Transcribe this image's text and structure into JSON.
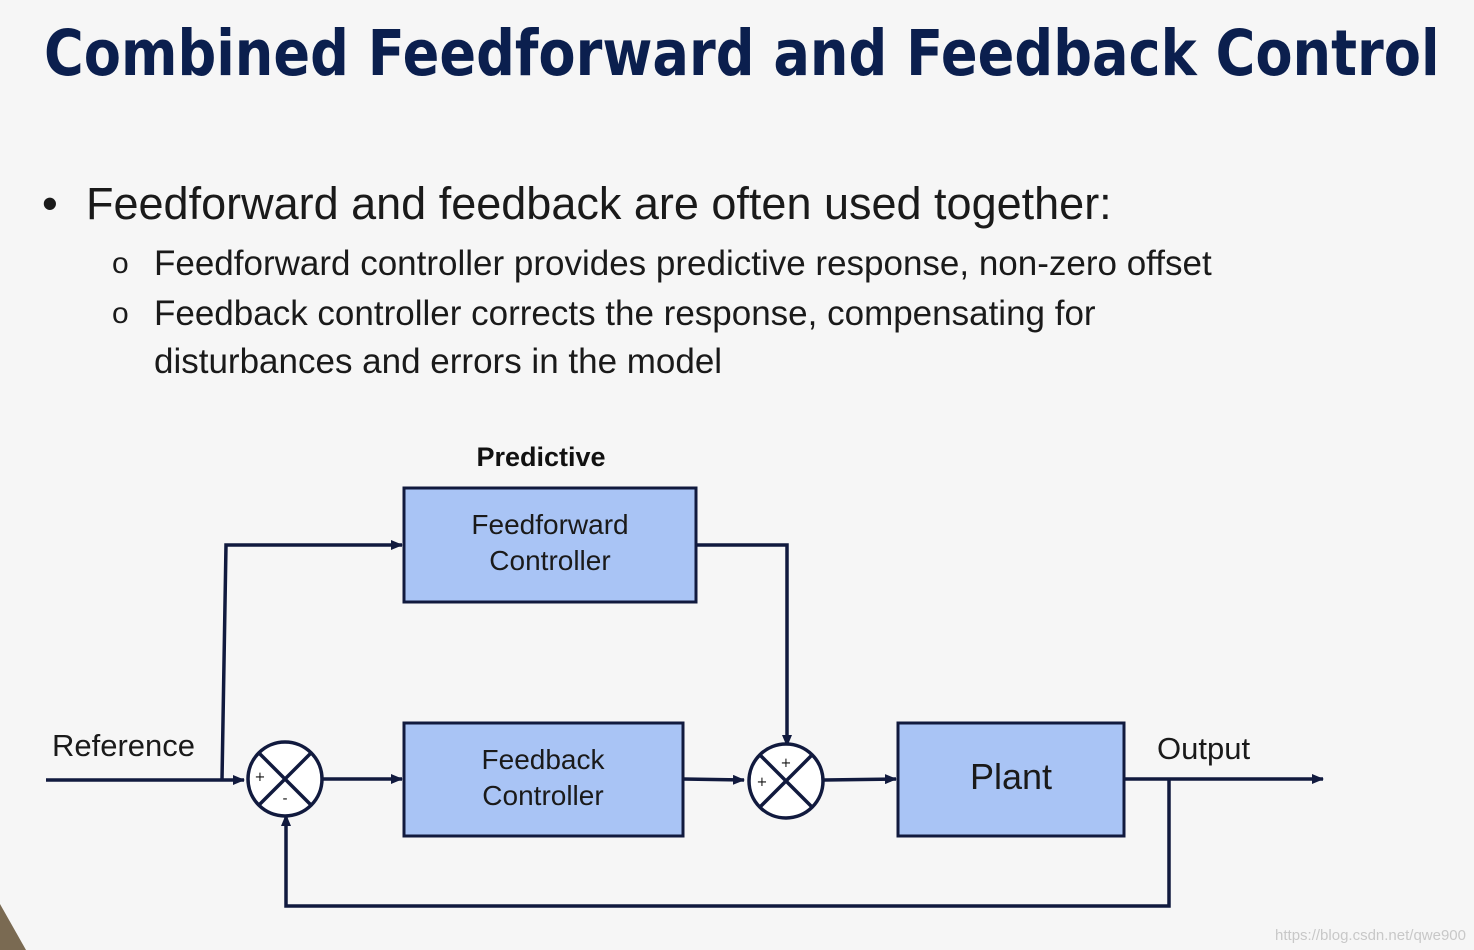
{
  "slide": {
    "title": "Combined Feedforward and Feedback Control",
    "bullet": "Feedforward and feedback are often used together:",
    "subbullets": [
      "Feedforward controller provides predictive response, non-zero offset",
      "Feedback controller corrects the response, compensating for",
      "disturbances and errors in the model"
    ]
  },
  "diagram": {
    "predictive_label": "Predictive",
    "feedforward_line1": "Feedforward",
    "feedforward_line2": "Controller",
    "feedback_line1": "Feedback",
    "feedback_line2": "Controller",
    "plant": "Plant",
    "reference": "Reference",
    "output": "Output",
    "plus": "+",
    "minus": "-",
    "colors": {
      "block_fill": "#a9c4f5",
      "stroke": "#111a3e"
    }
  },
  "watermark": "https://blog.csdn.net/qwe900"
}
